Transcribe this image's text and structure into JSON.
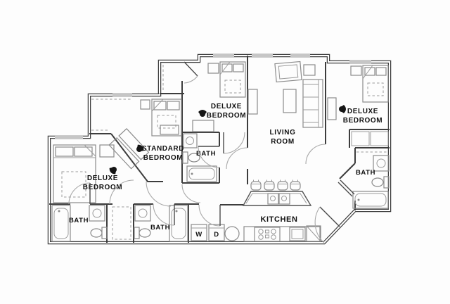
{
  "floor_plan": {
    "rooms": {
      "deluxe_bedroom_left": {
        "line1": "DELUXE",
        "line2": "BEDROOM"
      },
      "standard_bedroom": {
        "line1": "STANDARD",
        "line2": "BEDROOM"
      },
      "deluxe_bedroom_middle": {
        "line1": "DELUXE",
        "line2": "BEDROOM"
      },
      "living_room": {
        "line1": "LIVING",
        "line2": "ROOM"
      },
      "deluxe_bedroom_right": {
        "line1": "DELUXE",
        "line2": "BEDROOM"
      },
      "kitchen": {
        "label": "KITCHEN"
      },
      "bath_lower_left": {
        "label": "BATH"
      },
      "bath_lower_middle": {
        "label": "BATH"
      },
      "bath_center": {
        "label": "BATH"
      },
      "bath_right": {
        "label": "BATH"
      },
      "laundry": {
        "washer": "W",
        "dryer": "D"
      }
    },
    "colors": {
      "background": "#fdfdfd",
      "walls": "#3d3d3d",
      "furniture_lines": "#8b8b8b",
      "windows": "#c6c6c6",
      "labels": "#101010"
    }
  }
}
